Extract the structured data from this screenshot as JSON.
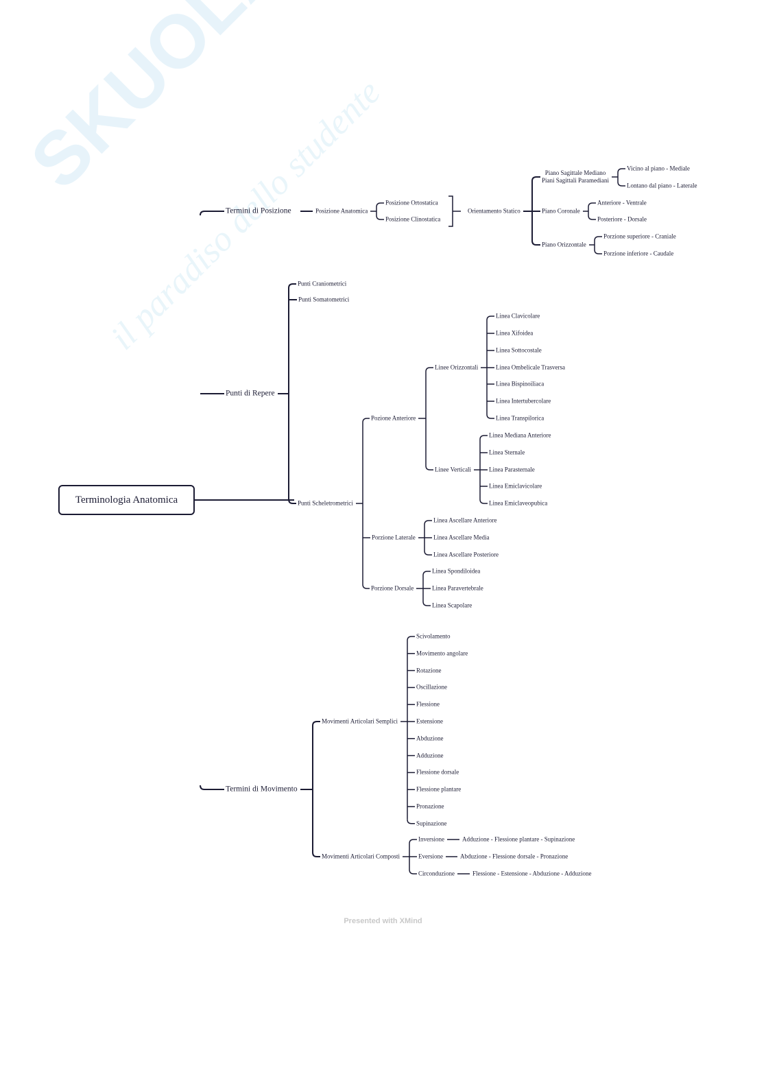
{
  "watermark": {
    "brand": "SKUOLA.net",
    "tagline": "il paradiso dello studente"
  },
  "root": "Terminologia Anatomica",
  "posizione": {
    "label": "Termini di Posizione",
    "anatomica": "Posizione Anatomica",
    "ortostatica": "Posizione Ortostatica",
    "clinostatica": "Posizione Clinostatica",
    "orientamento": "Orientamento Statico",
    "sagittale": "Piano Sagittale Mediano\nPiani Sagittali Paramediani",
    "sagittale_children": [
      "Vicino al piano - Mediale",
      "Lontano dal piano - Laterale"
    ],
    "coronale": "Piano Coronale",
    "coronale_children": [
      "Anteriore - Ventrale",
      "Posteriore - Dorsale"
    ],
    "orizzontale": "Piano Orizzontale",
    "orizzontale_children": [
      "Porzione superiore - Craniale",
      "Porzione inferiore - Caudale"
    ]
  },
  "repere": {
    "label": "Punti di Repere",
    "craniometrici": "Punti Craniometrici",
    "somatometrici": "Punti Somatometrici",
    "scheletrometrici": "Punti Scheletrometrici",
    "anteriore": "Pozione Anteriore",
    "orizzontali": "Linee Orizzontali",
    "orizzontali_children": [
      "Linea Clavicolare",
      "Linea Xifoidea",
      "Linea Sottocostale",
      "Linea Ombelicale Trasversa",
      "Linea Bispinoiliaca",
      "Linea Intertubercolare",
      "Linea Transpilorica"
    ],
    "verticali": "Linee Verticali",
    "verticali_children": [
      "Linea Mediana Anteriore",
      "Linea Sternale",
      "Linea Parasternale",
      "Linea Emiclavicolare",
      "Linea Emiclaveopubica"
    ],
    "laterale": "Porzione Laterale",
    "laterale_children": [
      "Linea Ascellare Anteriore",
      "Linea Ascellare Media",
      "Linea Ascellare Posteriore"
    ],
    "dorsale": "Porzione Dorsale",
    "dorsale_children": [
      "Linea Spondiloidea",
      "Linea Paravertebrale",
      "Linea Scapolare"
    ]
  },
  "movimento": {
    "label": "Termini di Movimento",
    "semplici": "Movimenti Articolari Semplici",
    "semplici_children": [
      "Scivolamento",
      "Movimento angolare",
      "Rotazione",
      "Oscillazione",
      "Flessione",
      "Estensione",
      "Abduzione",
      "Adduzione",
      "Flessione dorsale",
      "Flessione plantare",
      "Pronazione",
      "Supinazione"
    ],
    "composti": "Movimenti Articolari Composti",
    "composti_children": [
      "Inversione",
      "Eversione",
      "Circonduzione"
    ],
    "composti_details": [
      "Adduzione - Flessione plantare - Supinazione",
      "Abduzione - Flessione dorsale - Pronazione",
      "Flessione - Estensione - Abduzione - Adduzione"
    ]
  },
  "footer": "Presented with XMind",
  "colors": {
    "line": "#1b1b33",
    "footer": "#c8c8c8"
  }
}
